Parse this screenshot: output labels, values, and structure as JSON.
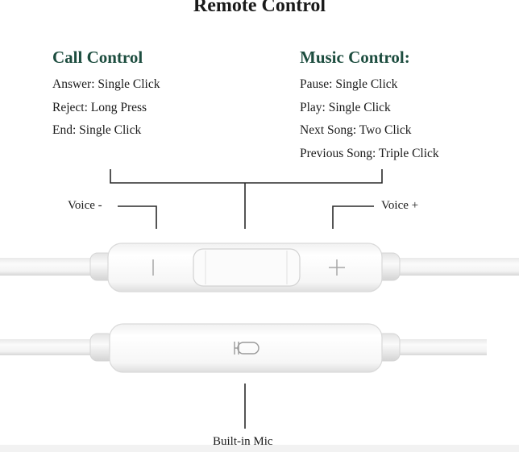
{
  "title": "Remote Control",
  "call_control": {
    "heading": "Call Control",
    "items": [
      "Answer: Single Click",
      "Reject: Long Press",
      "End: Single Click"
    ]
  },
  "music_control": {
    "heading": "Music Control:",
    "items": [
      "Pause: Single Click",
      "Play: Single Click",
      "Next Song: Two Click",
      "Previous Song: Triple Click"
    ]
  },
  "callouts": {
    "voice_down": "Voice -",
    "voice_up": "Voice +",
    "mic": "Built-in Mic"
  },
  "colors": {
    "heading": "#1d4d3f",
    "text": "#1a1a1a",
    "leader_line": "#2a2a2a",
    "remote_body": "#f7f7f7",
    "remote_edge": "#d9d9d9",
    "cable": "#f4f4f4"
  },
  "icons": {
    "minus_button": "minus-icon",
    "plus_button": "plus-icon",
    "mic": "microphone-icon"
  }
}
